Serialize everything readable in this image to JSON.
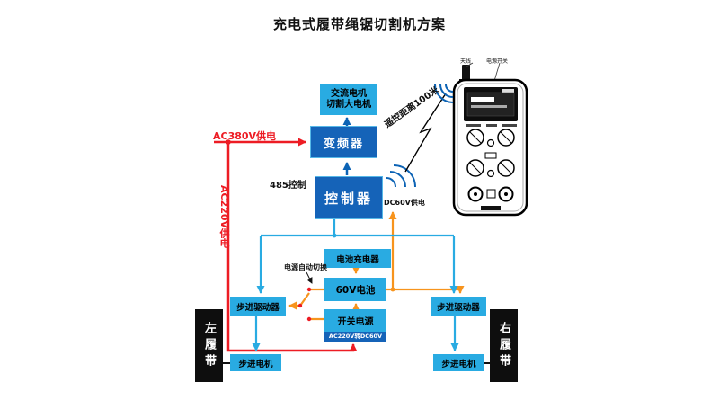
{
  "title": "充电式履带绳锯切割机方案",
  "blocks": {
    "ac_motor": {
      "line1": "交流电机",
      "line2": "切割大电机"
    },
    "inverter": "变频器",
    "controller": "控制器",
    "charger": "电池充电器",
    "battery": "60V电池",
    "psu": {
      "label": "开关电源",
      "sublabel": "AC220V转DC60V"
    },
    "driver": "步进驱动器",
    "motor": "步进电机",
    "track_left": "左履带",
    "track_right": "右履带"
  },
  "labels": {
    "ac380": "AC380V供电",
    "ac220": "AC220V供电",
    "rs485": "485控制",
    "dc60": "DC60V供电",
    "auto_switch": "电源自动切换",
    "remote_distance": "遥控距离100米"
  },
  "remote": {
    "antenna_label": "天线",
    "power_label": "电源开关"
  },
  "colors": {
    "cyan_box": "#29ABE2",
    "blue_box": "#1563B8",
    "red_wire": "#ED1C24",
    "orange_wire": "#F7941D",
    "cyan_wire": "#29ABE2",
    "blue_arrow": "#0C63B5"
  }
}
